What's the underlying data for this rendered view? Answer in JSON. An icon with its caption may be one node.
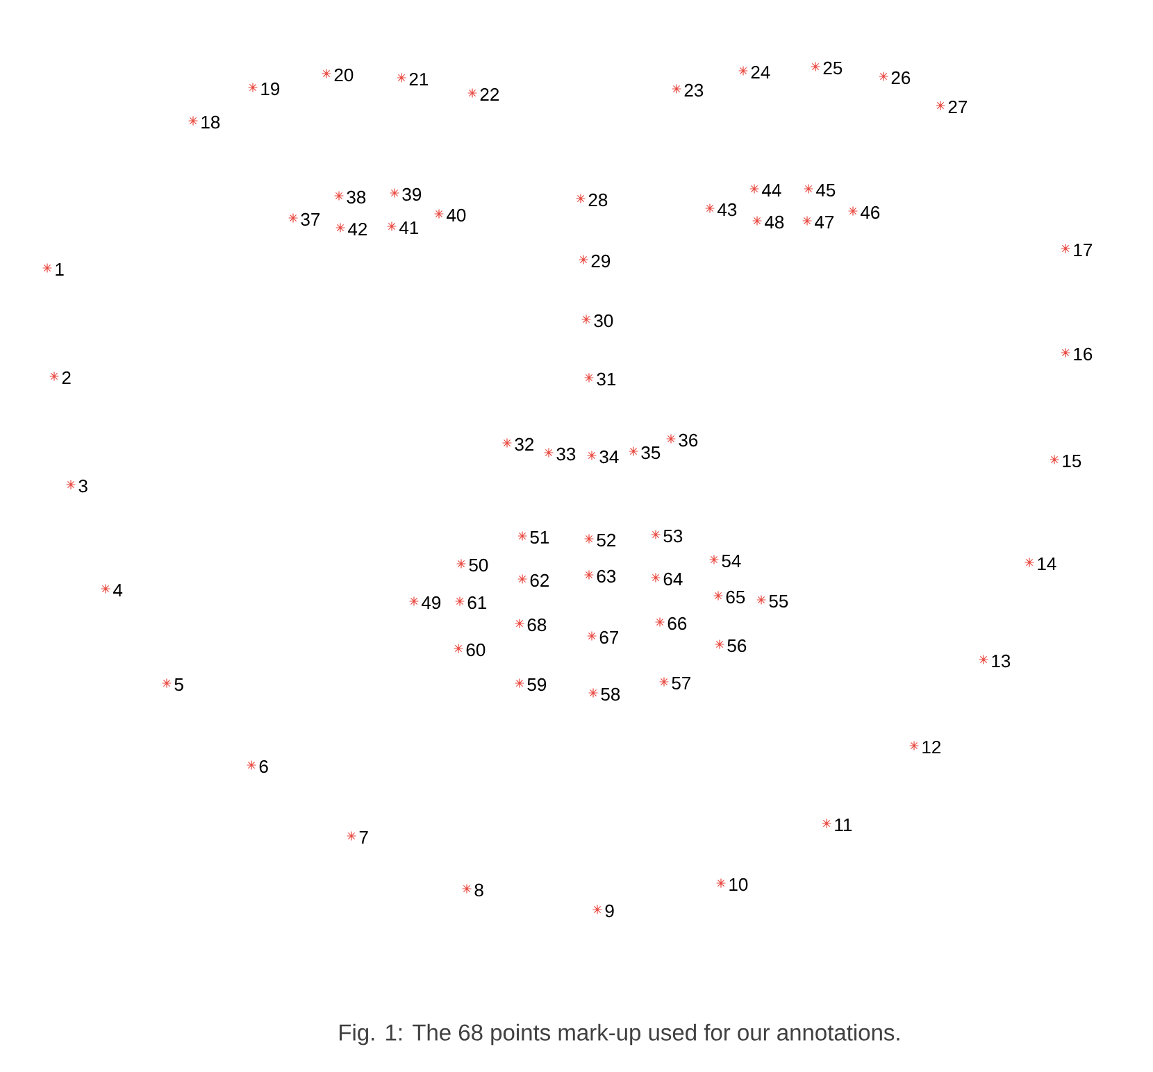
{
  "diagram": {
    "caption": "Fig. 1: The 68 points mark-up used for our annotations.",
    "labels": [
      "1",
      "2",
      "3",
      "4",
      "5",
      "6",
      "7",
      "8",
      "9",
      "10",
      "11",
      "12",
      "13",
      "14",
      "15",
      "16",
      "17",
      "18",
      "19",
      "20",
      "21",
      "22",
      "23",
      "24",
      "25",
      "26",
      "27",
      "28",
      "29",
      "30",
      "31",
      "32",
      "33",
      "34",
      "35",
      "36",
      "37",
      "38",
      "39",
      "40",
      "42",
      "41",
      "43",
      "44",
      "45",
      "46",
      "48",
      "47",
      "49",
      "50",
      "51",
      "52",
      "53",
      "54",
      "55",
      "56",
      "57",
      "58",
      "59",
      "60",
      "61",
      "62",
      "63",
      "64",
      "65",
      "66",
      "67",
      "68"
    ]
  }
}
